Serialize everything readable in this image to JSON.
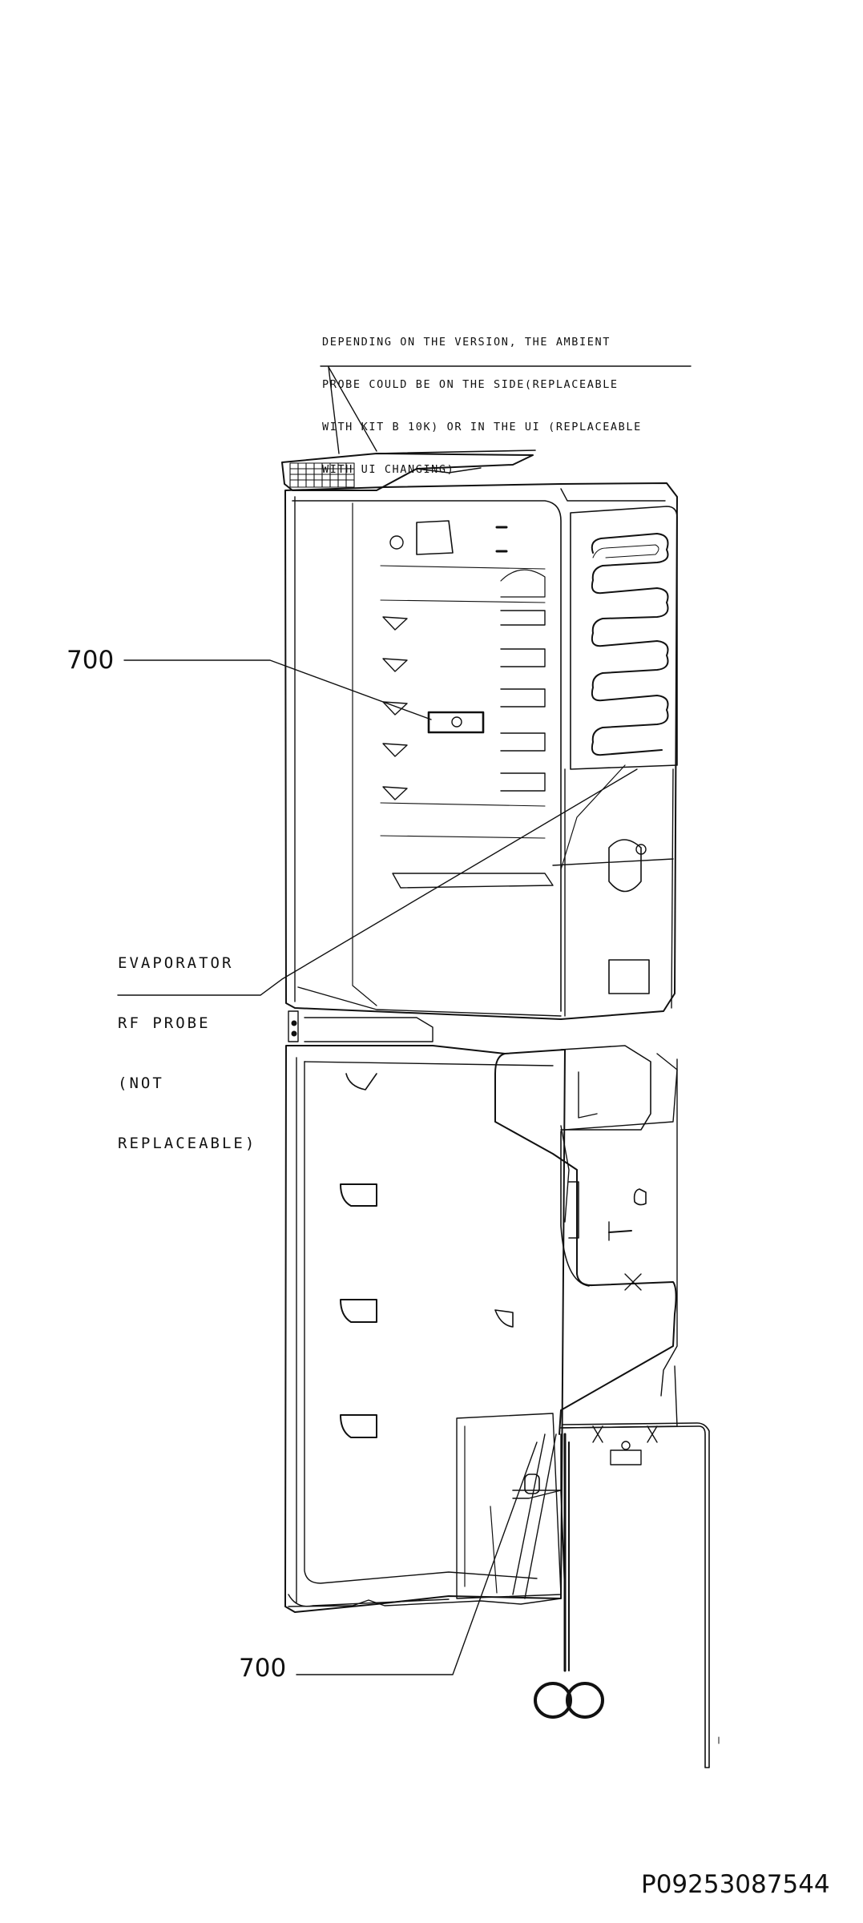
{
  "labels": {
    "ambient_note": [
      "DEPENDING ON THE VERSION, THE AMBIENT",
      "PROBE COULD BE ON THE SIDE(REPLACEABLE",
      "WITH KIT B 10K) OR IN THE UI (REPLACEABLE",
      "WITH UI CHANGING)"
    ],
    "evaporator_note": [
      "EVAPORATOR",
      "RF PROBE",
      "(NOT",
      "REPLACEABLE)"
    ],
    "ref_top": "700",
    "ref_bottom": "700",
    "part_number": "P09253087544"
  }
}
